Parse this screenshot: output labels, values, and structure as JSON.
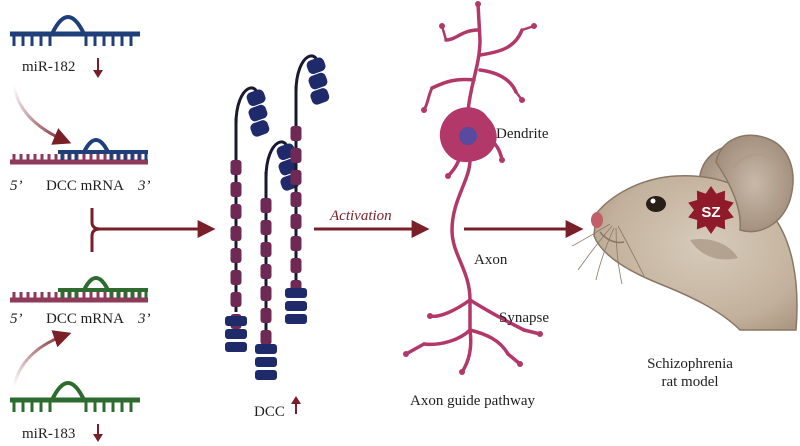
{
  "labels": {
    "mir182": "miR-182",
    "mir183": "miR-183",
    "mrna_top_5": "5’",
    "mrna_top_name": "DCC mRNA",
    "mrna_top_3": "3’",
    "mrna_bottom_5": "5’",
    "mrna_bottom_name": "DCC mRNA",
    "mrna_bottom_3": "3’",
    "dcc": "DCC",
    "activation": "Activation",
    "dendrite": "Dendrite",
    "axon": "Axon",
    "synapse": "Synapse",
    "pathway": "Axon guide pathway",
    "model_line1": "Schizophrenia",
    "model_line2": "rat model",
    "sz_badge": "SZ"
  },
  "colors": {
    "mir182_strand": "#1f3f7a",
    "mir183_strand": "#2e6b2e",
    "mrna_strand": "#8e3a5a",
    "arrow": "#7a1f28",
    "receptor_domain": "#1f2a6b",
    "receptor_ig": "#6e2a55",
    "neuron": "#b3386a",
    "neuron_nucleus": "#4a4ea8",
    "rat_fur": "#c9b8a4",
    "sz_star": "#8e1a2a"
  }
}
